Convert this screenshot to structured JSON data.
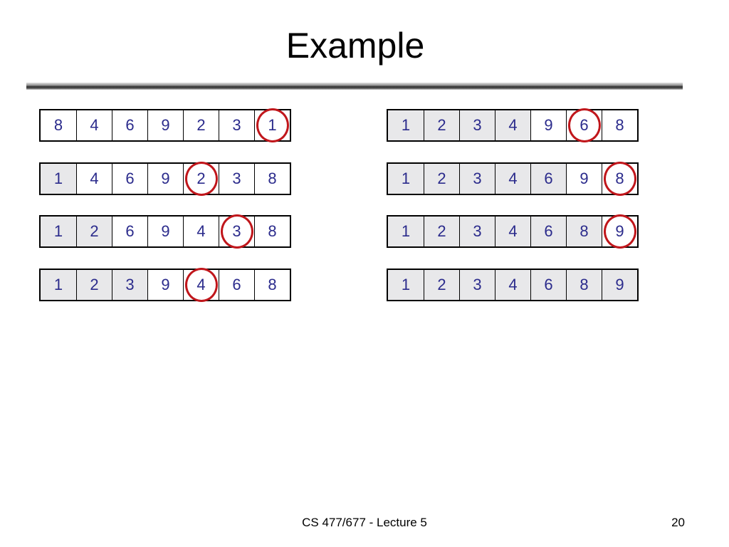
{
  "slide": {
    "title": "Example",
    "footer_text": "CS 477/677 - Lecture 5",
    "page_number": "20"
  },
  "colors": {
    "digit": "#2b2b8c",
    "sorted_cell_fill": "#e8e8ea",
    "circle": "#c0161b"
  },
  "arrays": [
    {
      "values": [
        "8",
        "4",
        "6",
        "9",
        "2",
        "3",
        "1"
      ],
      "sorted_count": 0,
      "circled_index": 6
    },
    {
      "values": [
        "1",
        "4",
        "6",
        "9",
        "2",
        "3",
        "8"
      ],
      "sorted_count": 1,
      "circled_index": 4
    },
    {
      "values": [
        "1",
        "2",
        "6",
        "9",
        "4",
        "3",
        "8"
      ],
      "sorted_count": 2,
      "circled_index": 5
    },
    {
      "values": [
        "1",
        "2",
        "3",
        "9",
        "4",
        "6",
        "8"
      ],
      "sorted_count": 3,
      "circled_index": 4
    },
    {
      "values": [
        "1",
        "2",
        "3",
        "4",
        "9",
        "6",
        "8"
      ],
      "sorted_count": 4,
      "circled_index": 5
    },
    {
      "values": [
        "1",
        "2",
        "3",
        "4",
        "6",
        "9",
        "8"
      ],
      "sorted_count": 5,
      "circled_index": 6
    },
    {
      "values": [
        "1",
        "2",
        "3",
        "4",
        "6",
        "8",
        "9"
      ],
      "sorted_count": 6,
      "circled_index": 6
    },
    {
      "values": [
        "1",
        "2",
        "3",
        "4",
        "6",
        "8",
        "9"
      ],
      "sorted_count": 7,
      "circled_index": null
    }
  ]
}
